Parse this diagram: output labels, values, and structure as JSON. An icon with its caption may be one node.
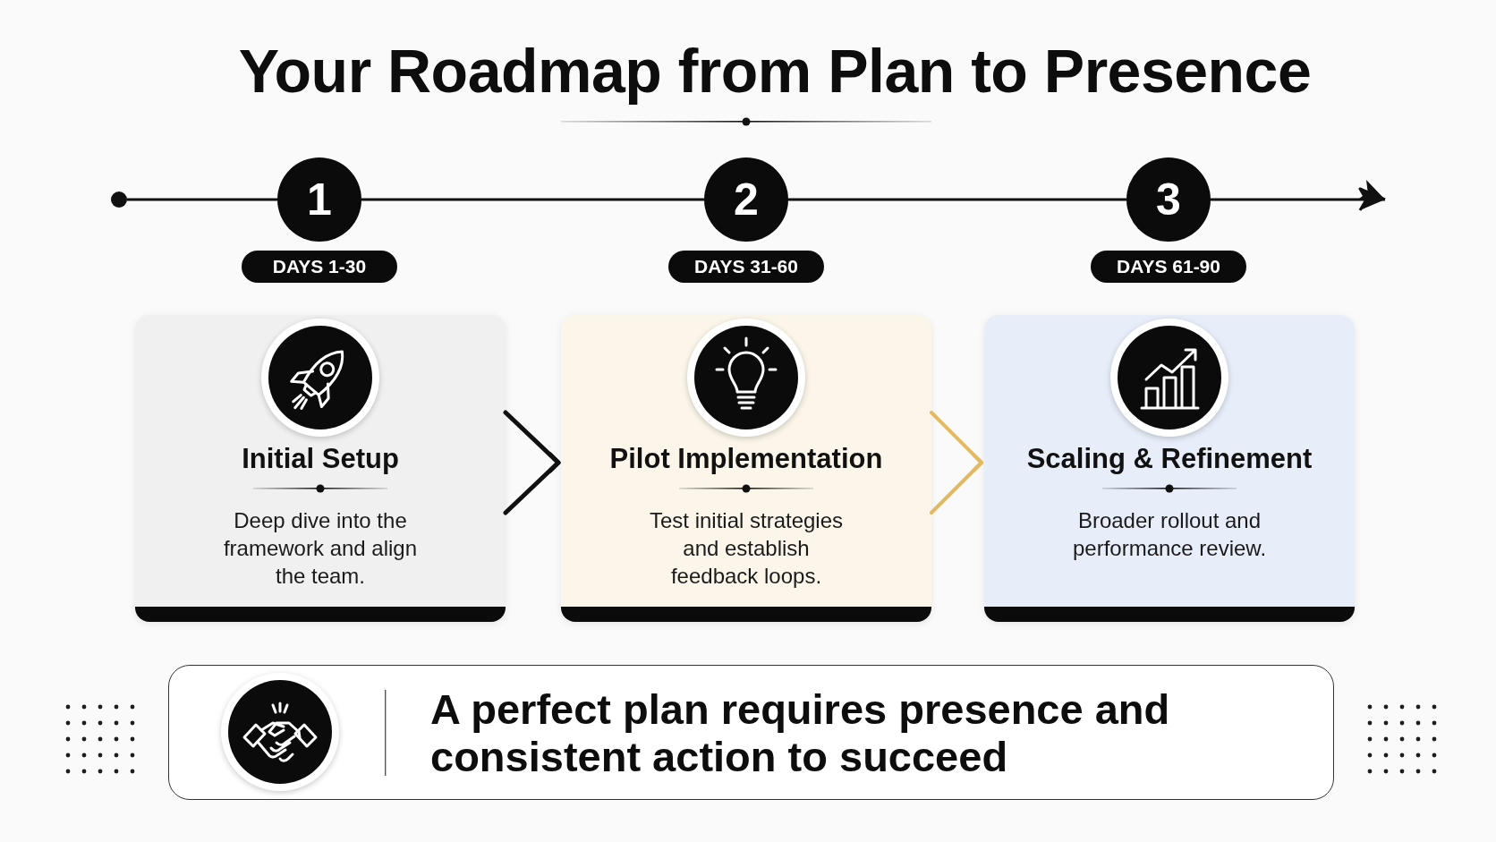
{
  "diagram": {
    "title": "Your Roadmap from Plan to Presence",
    "nodes": [
      {
        "text": [],
        "shape": "circle"
      },
      {
        "text": [
          "1"
        ]
      },
      {
        "text": [
          "2"
        ]
      },
      {
        "text": [
          "3"
        ]
      },
      {
        "text": [
          "DAYS 1-30"
        ]
      },
      {
        "text": [
          "DAYS 31-60"
        ]
      },
      {
        "text": [
          "DAYS 61-90"
        ]
      },
      {
        "text": [
          "Initial Setup",
          "Deep dive into the framework and align the team."
        ]
      },
      {
        "text": [
          "Pilot Implementation",
          "Test initial strategies and establish feedback loops."
        ]
      },
      {
        "text": [
          "Scaling & Refinement",
          "Broader rollout and performance review."
        ]
      },
      {
        "text": [
          "A perfect plan requires presence and consistent action to succeed"
        ]
      }
    ],
    "edges": [
      {
        "from": 0,
        "to": 1,
        "arrow": "none"
      },
      {
        "from": 1,
        "to": 2,
        "arrow": "none"
      },
      {
        "from": 2,
        "to": 3,
        "arrow": "none"
      },
      {
        "from": 3,
        "to": null,
        "arrow": "to"
      },
      {
        "from": 7,
        "to": 8,
        "arrow": "to"
      },
      {
        "from": 8,
        "to": 9,
        "arrow": "to",
        "color": "#e3b962"
      }
    ]
  }
}
